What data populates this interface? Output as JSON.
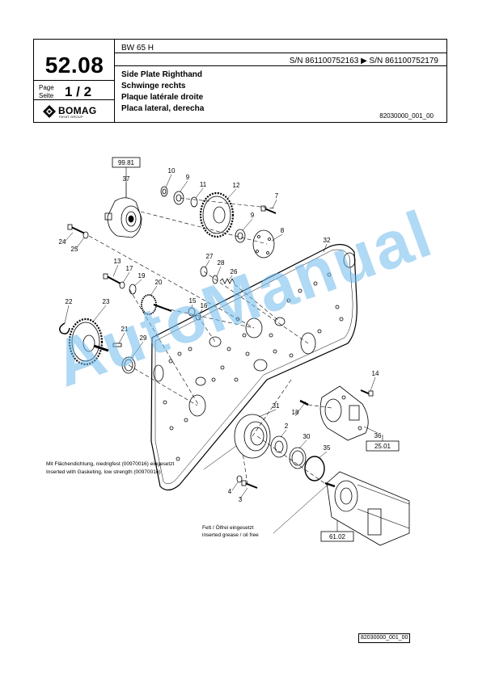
{
  "header": {
    "section_number": "52.08",
    "page_label_1": "Page",
    "page_label_2": "Seite",
    "page_number": "1  /  2",
    "model": "BW 65 H",
    "serial_range": "S/N 861100752163  ▶  S/N 861100752179",
    "titles": [
      "Side Plate Righthand",
      "Schwinge rechts",
      "Plaque latérale droite",
      "Placa lateral, derecha"
    ],
    "drawing_number": "82030000_001_00",
    "logo": {
      "brand": "BOMAG",
      "subtitle": "FAYAT GROUP",
      "icon": "bomag-diamond-logo-icon"
    }
  },
  "diagram": {
    "references": [
      "99.81",
      "25.01",
      "61.02"
    ],
    "part_labels": [
      "37",
      "10",
      "9",
      "11",
      "12",
      "7",
      "9",
      "8",
      "32",
      "24",
      "25",
      "13",
      "17",
      "19",
      "20",
      "27",
      "28",
      "26",
      "22",
      "23",
      "15",
      "16",
      "21",
      "29",
      "14",
      "31",
      "18",
      "2",
      "30",
      "35",
      "36",
      "4",
      "3"
    ],
    "notes": [
      "Mit Flächendichtung, niedrigfest (00970016) eingesetzt",
      "Inserted with Gasketing, low strength (00970016)",
      "Fett / Ölfrei eingesetzt",
      "inserted grease / oil free"
    ]
  },
  "watermark": "AutoManual",
  "footer": {
    "code": "82030000_001_00"
  }
}
